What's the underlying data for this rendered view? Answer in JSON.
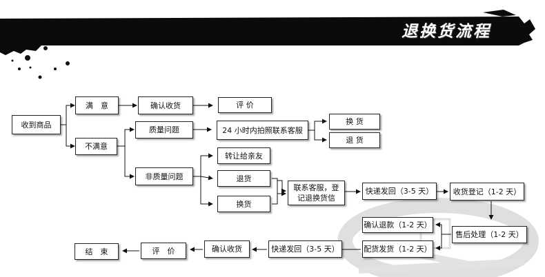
{
  "header": {
    "title": "退换货流程"
  },
  "nodes": {
    "received": "收到商品",
    "satisfied": "满　意",
    "confirm_receipt_1": "确认收货",
    "review_1": "评 价",
    "not_satisfied": "不满意",
    "quality_issue": "质量问题",
    "contact_service_24h": "24 小时内拍照联系客服",
    "exchange_1": "换 货",
    "return_1": "退 货",
    "non_quality_issue": "非质量问题",
    "transfer_to_friend": "转让给亲友",
    "return_2": "退货",
    "exchange_2": "换货",
    "contact_register": "联系客服，登\n记退换货信",
    "express_return": "快递发回（3-5 天）",
    "receive_register": "收货登记（1-2 天）",
    "aftersale_processing": "售后处理（1-2 天）",
    "confirm_refund": "确认退款（1-2 天）",
    "dispatch_goods": "配货发货（1-2 天）",
    "express_send_back": "快递发回（3-5 天）",
    "confirm_receipt_2": "确认收货",
    "review_2": "评　价",
    "end": "结　束"
  }
}
